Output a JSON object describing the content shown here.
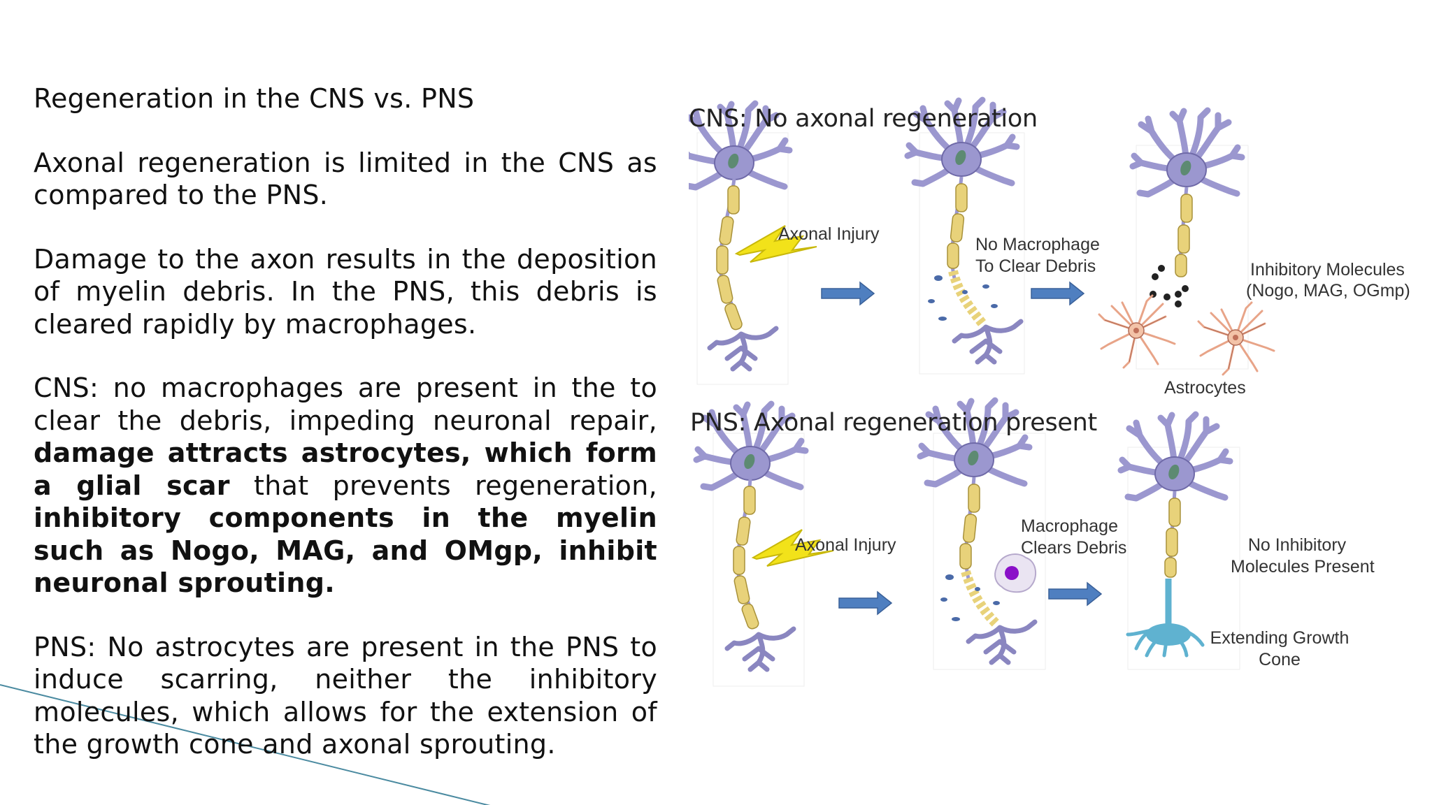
{
  "slide": {
    "heading": "Regeneration in the CNS vs. PNS",
    "para1": "Axonal regeneration is limited in the CNS as compared to the PNS.",
    "para2": "Damage to the axon results in the deposition of myelin debris. In the PNS, this debris is cleared rapidly by macrophages.",
    "para3_plain1": "CNS: no macrophages are present in the to clear the debris, impeding neuronal repair,",
    "para3_bold1": "damage attracts astrocytes, which form a glial scar",
    "para3_plain2": "that prevents regeneration,",
    "para3_bold2": "inhibitory components in the myelin such as Nogo, MAG, and OMgp, inhibit neuronal sprouting.",
    "para4": "PNS: No astrocytes are present in the PNS to induce scarring,  neither the  inhibitory molecules, which allows for the extension of the growth cone and axonal sprouting."
  },
  "figure": {
    "cns_title": "CNS: No axonal regeneration",
    "pns_title": "PNS: Axonal regeneration present",
    "cns_labels": {
      "injury": "Axonal Injury",
      "no_macrophage_1": "No Macrophage",
      "no_macrophage_2": "To Clear Debris",
      "inhibitory_1": "Inhibitory Molecules",
      "inhibitory_2": "(Nogo, MAG, OGmp)",
      "astrocytes": "Astrocytes"
    },
    "pns_labels": {
      "injury": "Axonal Injury",
      "macrophage_1": "Macrophage",
      "macrophage_2": "Clears Debris",
      "no_inhibitory_1": "No Inhibitory",
      "no_inhibitory_2": "Molecules Present",
      "growth_cone_1": "Extending Growth",
      "growth_cone_2": "Cone"
    }
  },
  "colors": {
    "neuron": "#9b97cf",
    "neuron_stroke": "#6f6aa8",
    "myelin": "#e8d27a",
    "myelin_stroke": "#a8913a",
    "bolt": "#f2e21a",
    "arrow": "#4f7fc0",
    "debris": "#4a6aa8",
    "astrocyte": "#e8a488",
    "growth_cone": "#5fb2d0",
    "deco_line": "#4a8aa0"
  }
}
